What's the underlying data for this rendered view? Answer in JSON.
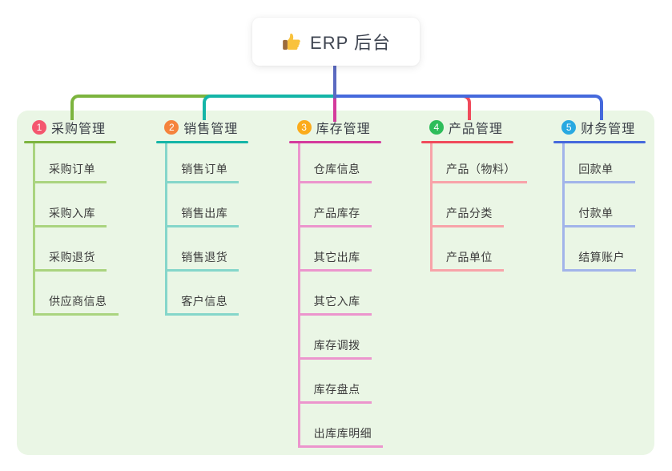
{
  "canvas": {
    "background": "#ffffff",
    "panel_background": "#eaf6e5"
  },
  "root": {
    "label": "ERP 后台",
    "icon": "thumbs-up",
    "line_color": "#5b6ac1"
  },
  "branches": [
    {
      "index": "1",
      "label": "采购管理",
      "badge_color": "#f4566e",
      "line_color": "#7cb43e",
      "child_line_color": "#aad47f",
      "children": [
        "采购订单",
        "采购入库",
        "采购退货",
        "供应商信息"
      ]
    },
    {
      "index": "2",
      "label": "销售管理",
      "badge_color": "#f5833c",
      "line_color": "#14b5a7",
      "child_line_color": "#85d6ca",
      "children": [
        "销售订单",
        "销售出库",
        "销售退货",
        "客户信息"
      ]
    },
    {
      "index": "3",
      "label": "库存管理",
      "badge_color": "#fbab1b",
      "line_color": "#d43a9c",
      "child_line_color": "#ec95cd",
      "children": [
        "仓库信息",
        "产品库存",
        "其它出库",
        "其它入库",
        "库存调拨",
        "库存盘点",
        "出库库明细"
      ]
    },
    {
      "index": "4",
      "label": "产品管理",
      "badge_color": "#2ebd5a",
      "line_color": "#f04a5b",
      "child_line_color": "#f8a3a9",
      "children": [
        "产品（物料）",
        "产品分类",
        "产品单位"
      ]
    },
    {
      "index": "5",
      "label": "财务管理",
      "badge_color": "#29a9e1",
      "line_color": "#4569dc",
      "child_line_color": "#a2b4ea",
      "children": [
        "回款单",
        "付款单",
        "结算账户"
      ]
    }
  ]
}
